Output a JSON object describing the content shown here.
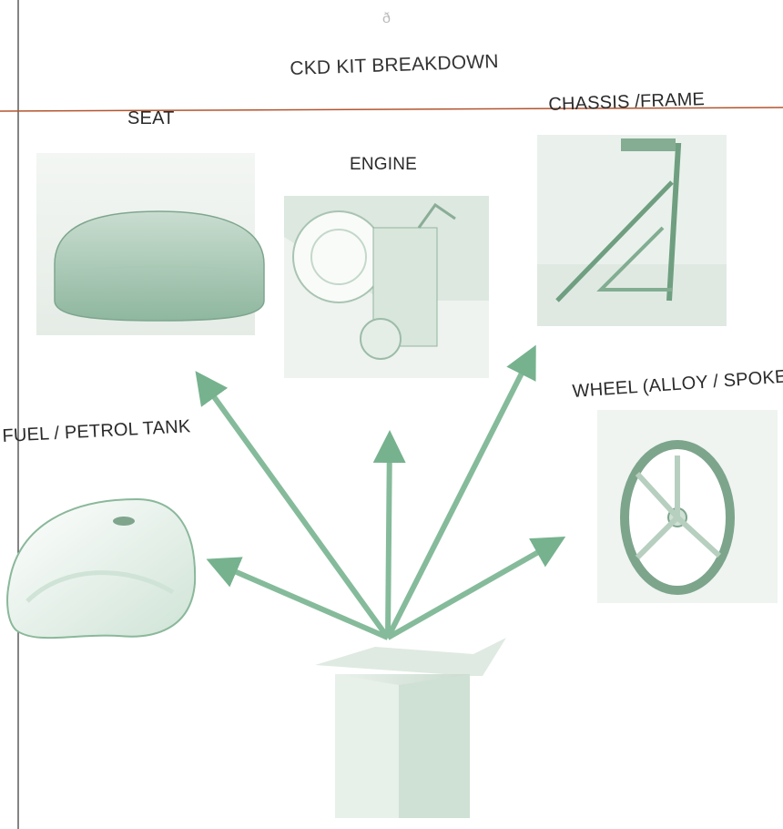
{
  "title": "CKD KIT BREAKDOWN",
  "top_glyph": "ð",
  "parts": [
    {
      "key": "seat",
      "label": "SEAT",
      "icon": "seat-image"
    },
    {
      "key": "engine",
      "label": "ENGINE",
      "icon": "engine-image"
    },
    {
      "key": "chassis",
      "label": "CHASSIS /FRAME",
      "icon": "chassis-frame-image"
    },
    {
      "key": "wheel",
      "label": "WHEEL (ALLOY / SPOKE)",
      "icon": "wheel-image"
    },
    {
      "key": "fuel",
      "label": "FUEL / PETROL TANK",
      "icon": "fuel-tank-image"
    }
  ],
  "source": {
    "icon": "ckd-box-image"
  },
  "colors": {
    "arrow": "#7fb895",
    "arrow_dark": "#5a9a75",
    "rule_line": "#b3542e",
    "image_tint": "#9cc7ad"
  }
}
